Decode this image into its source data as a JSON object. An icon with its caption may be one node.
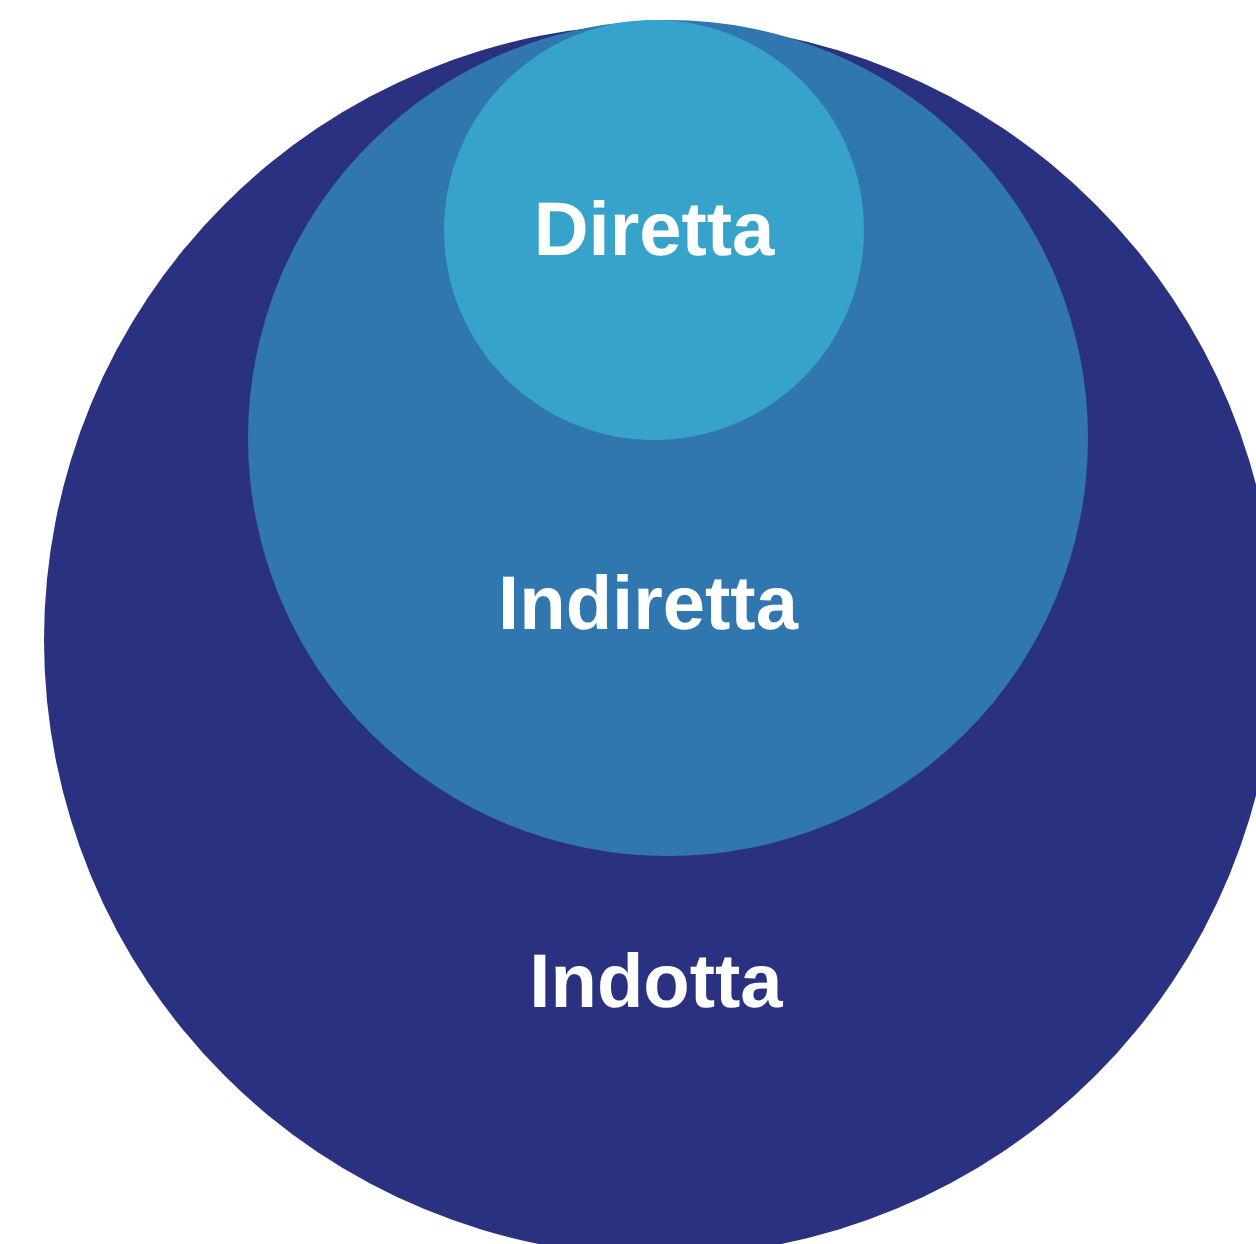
{
  "diagram": {
    "nodes": [
      {
        "text": [
          "Indotta"
        ]
      },
      {
        "text": [
          "Indiretta"
        ],
        "in": 0
      },
      {
        "text": [
          "Diretta"
        ],
        "in": 1
      }
    ]
  }
}
